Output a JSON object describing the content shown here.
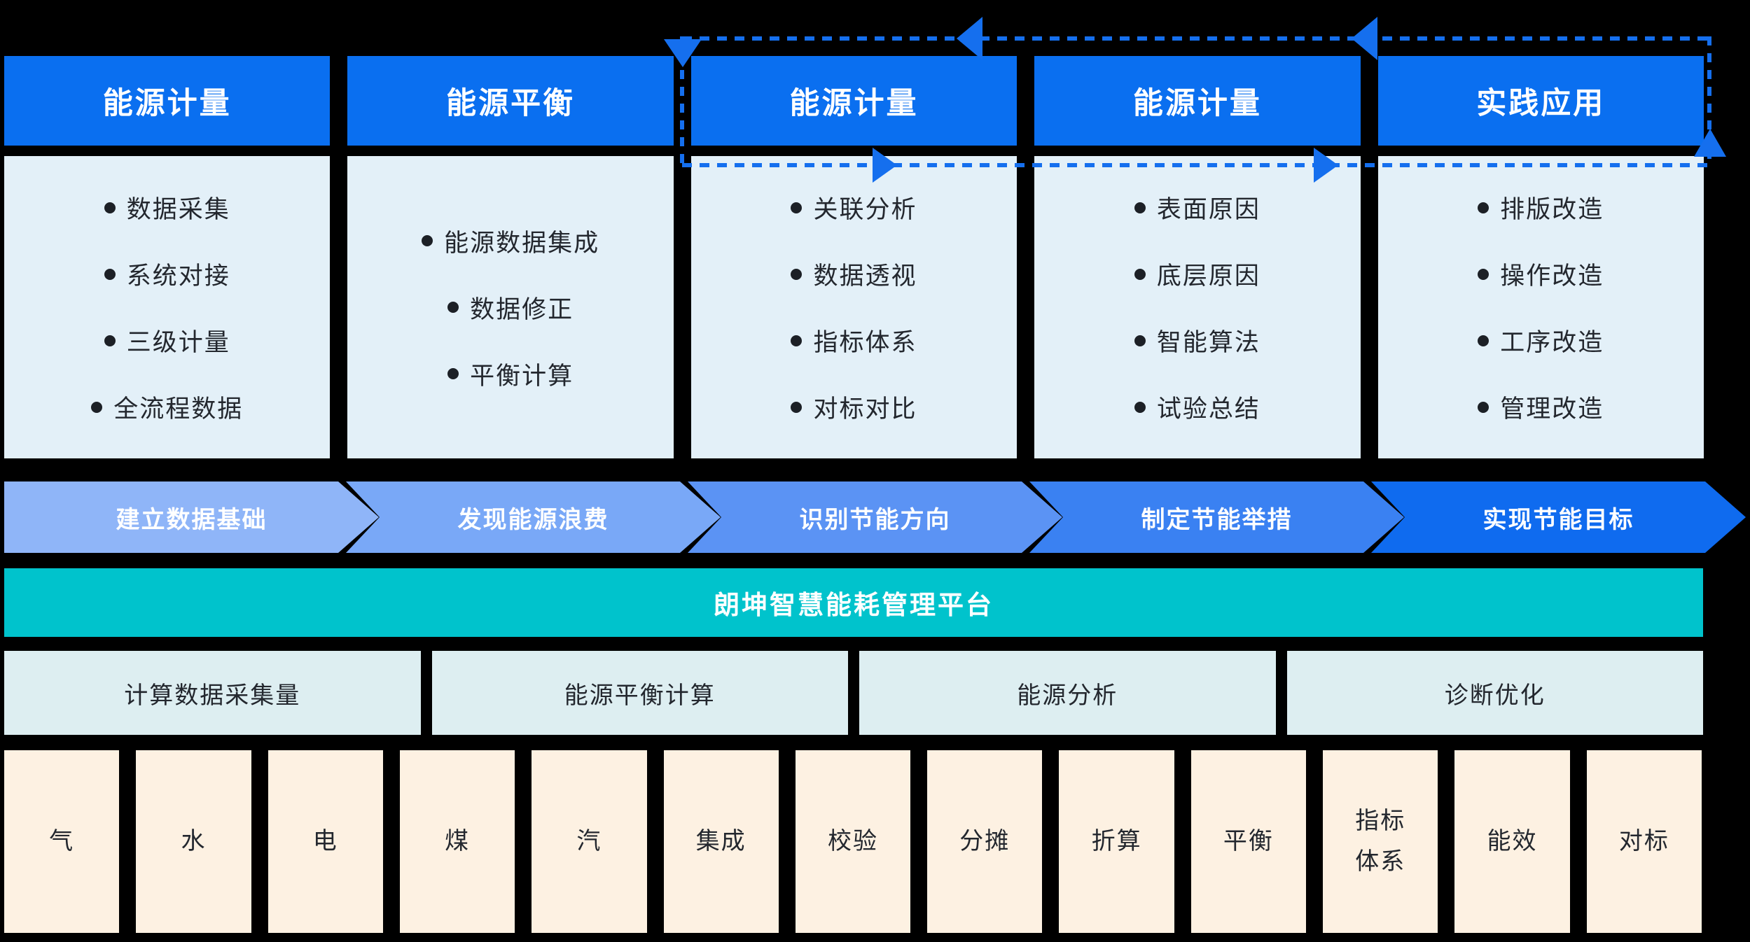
{
  "columns": [
    {
      "header": "能源计量",
      "items": [
        "数据采集",
        "系统对接",
        "三级计量",
        "全流程数据"
      ]
    },
    {
      "header": "能源平衡",
      "items": [
        "能源数据集成",
        "数据修正",
        "平衡计算"
      ]
    },
    {
      "header": "能源计量",
      "items": [
        "关联分析",
        "数据透视",
        "指标体系",
        "对标对比"
      ]
    },
    {
      "header": "能源计量",
      "items": [
        "表面原因",
        "底层原因",
        "智能算法",
        "试验总结"
      ]
    },
    {
      "header": "实践应用",
      "items": [
        "排版改造",
        "操作改造",
        "工序改造",
        "管理改造"
      ]
    }
  ],
  "steps": [
    "建立数据基础",
    "发现能源浪费",
    "识别节能方向",
    "制定节能举措",
    "实现节能目标"
  ],
  "platform": {
    "title": "朗坤智慧能耗管理平台"
  },
  "modules": [
    "计算数据采集量",
    "能源平衡计算",
    "能源分析",
    "诊断优化"
  ],
  "elements": [
    "气",
    "水",
    "电",
    "煤",
    "汽",
    "集成",
    "校验",
    "分摊",
    "折算",
    "平衡",
    "指标体系",
    "能效",
    "对标"
  ],
  "colors": {
    "background": "#000000",
    "header_blue": "#0a6ff0",
    "panel_blue": "#e3f0f8",
    "step_colors": [
      "#8fb5f8",
      "#79a8f7",
      "#5b93f4",
      "#3a81f2",
      "#0f6bef"
    ],
    "platform_teal": "#00c3cc",
    "module_bg": "#ddeef1",
    "element_bg": "#fdf1e2",
    "cycle_blue": "#156fee",
    "text_dark": "#23272e"
  }
}
